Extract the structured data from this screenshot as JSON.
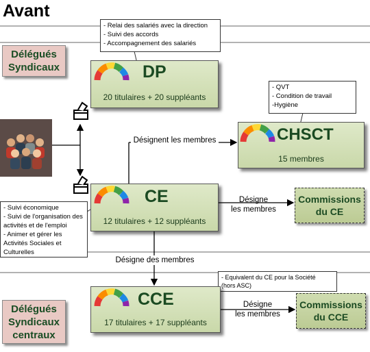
{
  "title": "Avant",
  "side": {
    "ds": [
      "Délégués",
      "Syndicaux"
    ],
    "dsc": [
      "Délégués",
      "Syndicaux",
      "centraux"
    ]
  },
  "dp": {
    "name": "DP",
    "sub": "20 titulaires + 20  suppléants",
    "notes": [
      "- Relai des salariés avec la direction",
      "- Suivi des accords",
      "- Accompagnement des salariés"
    ]
  },
  "chsct": {
    "name": "CHSCT",
    "sub": "15 membres",
    "notes": [
      "- QVT",
      "- Condition de travail",
      "-Hygiène"
    ]
  },
  "ce": {
    "name": "CE",
    "sub": "12 titulaires + 12 suppléants",
    "notes": [
      "- Suivi économique",
      "- Suivi de l'organisation des",
      "activités et de l'emploi",
      "- Animer et gérer les",
      "Activités Sociales et",
      "Culturelles"
    ]
  },
  "cce": {
    "name": "CCE",
    "sub": "17 titulaires + 17 suppléants",
    "notes": [
      "- Equivalent du CE pour la Société",
      "(hors ASC)"
    ]
  },
  "commissions_ce": [
    "Commissions",
    "du CE"
  ],
  "commissions_cce": [
    "Commissions",
    "du CCE"
  ],
  "labels": {
    "designent": "Désignent les membres",
    "designe_ce": [
      "Désigne",
      "les membres"
    ],
    "designe_des": "Désigne des membres",
    "designe_cce": [
      "Désigne",
      "les membres"
    ]
  }
}
